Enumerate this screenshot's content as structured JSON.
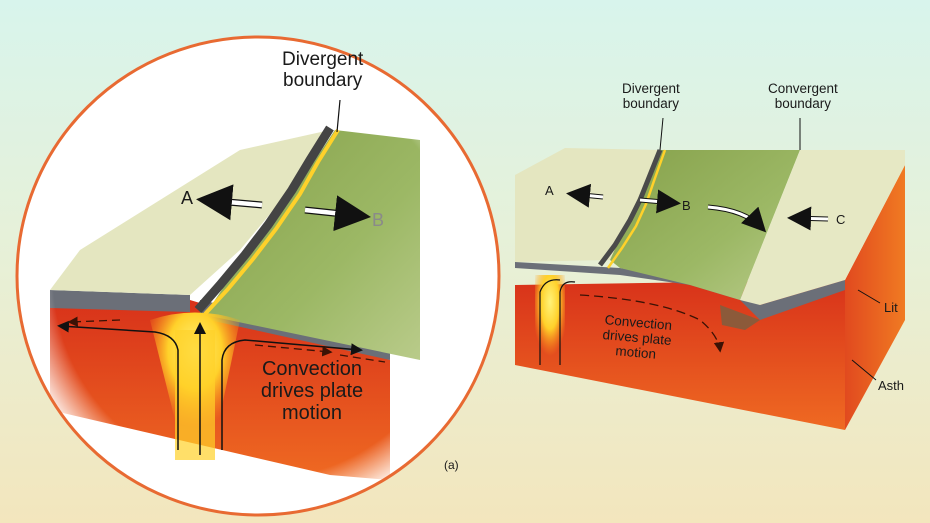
{
  "zoom": {
    "divergent_label": [
      "Divergent",
      "boundary"
    ],
    "letter_a": "A",
    "letter_b": "B",
    "convection_label": [
      "Convection",
      "drives plate",
      "motion"
    ]
  },
  "main": {
    "divergent_label": [
      "Divergent",
      "boundary"
    ],
    "convergent_label": [
      "Convergent",
      "boundary"
    ],
    "letter_a": "A",
    "letter_b": "B",
    "letter_c": "C",
    "convection_label": [
      "Convection",
      "drives plate",
      "motion"
    ],
    "lithosphere_label": "Lit",
    "asthenosphere_label": "Asth"
  },
  "panel_label": "(a)",
  "colors": {
    "zoom_circle": "#e86a32",
    "plate_light": "#e6e8c4",
    "plate_green": "#93ad5a",
    "mantle_red": "#e8441c",
    "magma_yellow": "#ffe030"
  }
}
